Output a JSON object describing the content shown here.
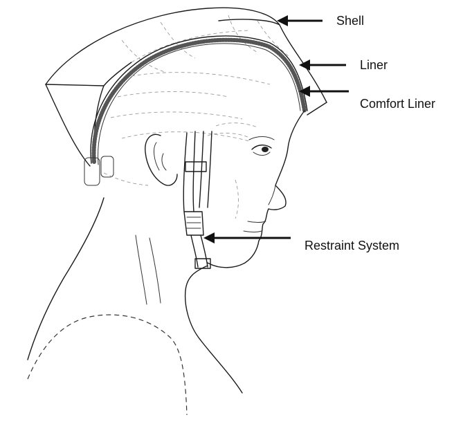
{
  "labels": {
    "shell": "Shell",
    "liner": "Liner",
    "comfort_liner": "Comfort Liner",
    "restraint_system": "Restraint System"
  },
  "colors": {
    "ink": "#1a1a1a",
    "background": "#ffffff",
    "padding_dots": "#555555"
  }
}
